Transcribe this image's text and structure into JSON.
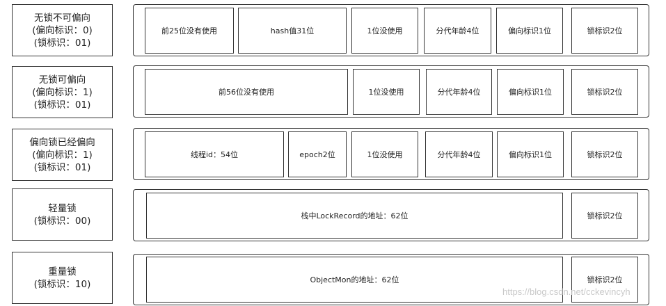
{
  "rows": [
    {
      "label": [
        "无锁不可偏向",
        "(偏向标识：0)",
        "(锁标识：01)"
      ],
      "cells": [
        "前25位没有使用",
        "hash值31位",
        "1位没使用",
        "分代年龄4位",
        "偏向标识1位",
        "锁标识2位"
      ]
    },
    {
      "label": [
        "无锁可偏向",
        "(偏向标识：1)",
        "(锁标识：01)"
      ],
      "cells": [
        "前56位没有使用",
        "1位没使用",
        "分代年龄4位",
        "偏向标识1位",
        "锁标识2位"
      ]
    },
    {
      "label": [
        "偏向锁已经偏向",
        "(偏向标识：1)",
        "(锁标识：01)"
      ],
      "cells": [
        "线程id：54位",
        "epoch2位",
        "1位没使用",
        "分代年龄4位",
        "偏向标识1位",
        "锁标识2位"
      ]
    },
    {
      "label": [
        "轻量锁",
        "(锁标识：00)"
      ],
      "cells": [
        "栈中LockRecord的地址：62位",
        "锁标识2位"
      ]
    },
    {
      "label": [
        "重量锁",
        "(锁标识：10)"
      ],
      "cells": [
        "ObjectMon的地址：62位",
        "锁标识2位"
      ]
    }
  ],
  "watermark": "https://blog.csdn.net/cckevincyh"
}
